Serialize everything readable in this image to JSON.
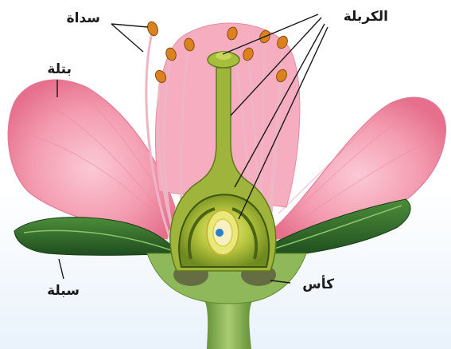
{
  "labels": {
    "stamen": "سداة",
    "pistil": "الكربلة",
    "petal": "بتلة",
    "sepal": "سبلة",
    "receptacle": "كأس"
  },
  "colors": {
    "petal": "#f49bb0",
    "petal_edge": "#e56f8c",
    "filament": "#f2c4cf",
    "anther": "#d9821f",
    "pistil": "#9fb43a",
    "pistil_dark": "#5e7a1c",
    "ovule": "#2d7fc4",
    "sepal": "#2f6e2c",
    "sepal_light": "#7fb25a",
    "stem": "#6d9a3c",
    "leader_line": "#1a1a1a"
  }
}
